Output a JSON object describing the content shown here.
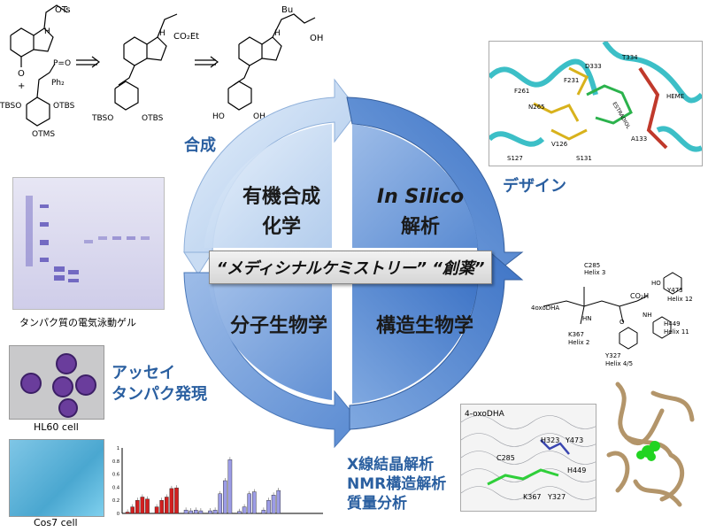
{
  "center": {
    "banner": "“メディシナルケミストリー” “創薬”",
    "q_top_left": [
      "有機合成",
      "化学"
    ],
    "q_top_right": [
      "In Silico",
      "解析"
    ],
    "q_bottom_left": "分子生物学",
    "q_bottom_right": "構造生物学"
  },
  "labels": {
    "synthesis": "合成",
    "design": "デザイン",
    "assay": [
      "アッセイ",
      "タンパク発現"
    ],
    "analysis": [
      "X線結晶解析",
      "NMR構造解析",
      "質量分析"
    ]
  },
  "captions": {
    "gel": "タンパク質の電気泳動ゲル",
    "hl60": "HL60 cell",
    "cos7": "Cos7 cell"
  },
  "chemistry": {
    "reactant_top": "OTs",
    "reactant_h": "H",
    "reactant_carbonyl": "O",
    "plus": "+",
    "reagent_po": "P=O",
    "reagent_ph": "Ph₂",
    "tbso_left": "TBSO",
    "otms": "OTMS",
    "otbs": "OTBS",
    "middle_ester": "CO₂Et",
    "middle_h": "H",
    "middle_tbso": "TBSO",
    "middle_otbs": "OTBS",
    "product_bu": "Bu",
    "product_oh": "OH",
    "product_h": "H",
    "product_ho": "HO",
    "product_oh2": "OH"
  },
  "design_panel": {
    "residues": [
      "D333",
      "T334",
      "F231",
      "F261",
      "N265",
      "ESTRADIOL",
      "HEME",
      "A133",
      "V126",
      "S127",
      "S131"
    ]
  },
  "mechanism": {
    "labels": [
      "C285",
      "Helix 3",
      "4oxoDHA",
      "CO₂H",
      "HO",
      "Y473",
      "Helix 12",
      "H449",
      "Helix 11",
      "K367",
      "Helix 2",
      "Y327",
      "Helix 4/5",
      "HN",
      "NH",
      "O"
    ]
  },
  "xray_panel": {
    "labels": [
      "4-oxoDHA",
      "C285",
      "H323",
      "Y473",
      "H449",
      "K367",
      "Y327"
    ]
  },
  "chart_data": {
    "type": "bar",
    "yticks": [
      "0",
      "0.2",
      "0.4",
      "0.6",
      "0.8",
      "1"
    ],
    "ylim": [
      0,
      1
    ],
    "groups": [
      {
        "color": "#d21f1f",
        "values": [
          0.02,
          0.1,
          0.2,
          0.25,
          0.22
        ]
      },
      {
        "color": "#d21f1f",
        "values": [
          0.1,
          0.2,
          0.25,
          0.38,
          0.39
        ]
      },
      {
        "color": "#9c9ce6",
        "values": [
          0.05,
          0.04,
          0.05,
          0.04
        ]
      },
      {
        "color": "#9c9ce6",
        "values": [
          0.04,
          0.05,
          0.3,
          0.5,
          0.82
        ]
      },
      {
        "color": "#9c9ce6",
        "values": [
          0.03,
          0.1,
          0.3,
          0.33
        ]
      },
      {
        "color": "#9c9ce6",
        "values": [
          0.05,
          0.2,
          0.28,
          0.35
        ]
      }
    ]
  },
  "colors": {
    "accent_text": "#2a5fa0",
    "arrow_light": "#c7dcf3",
    "arrow_dark": "#4f84cc",
    "bar_red": "#d21f1f",
    "bar_blue": "#9c9ce6"
  }
}
